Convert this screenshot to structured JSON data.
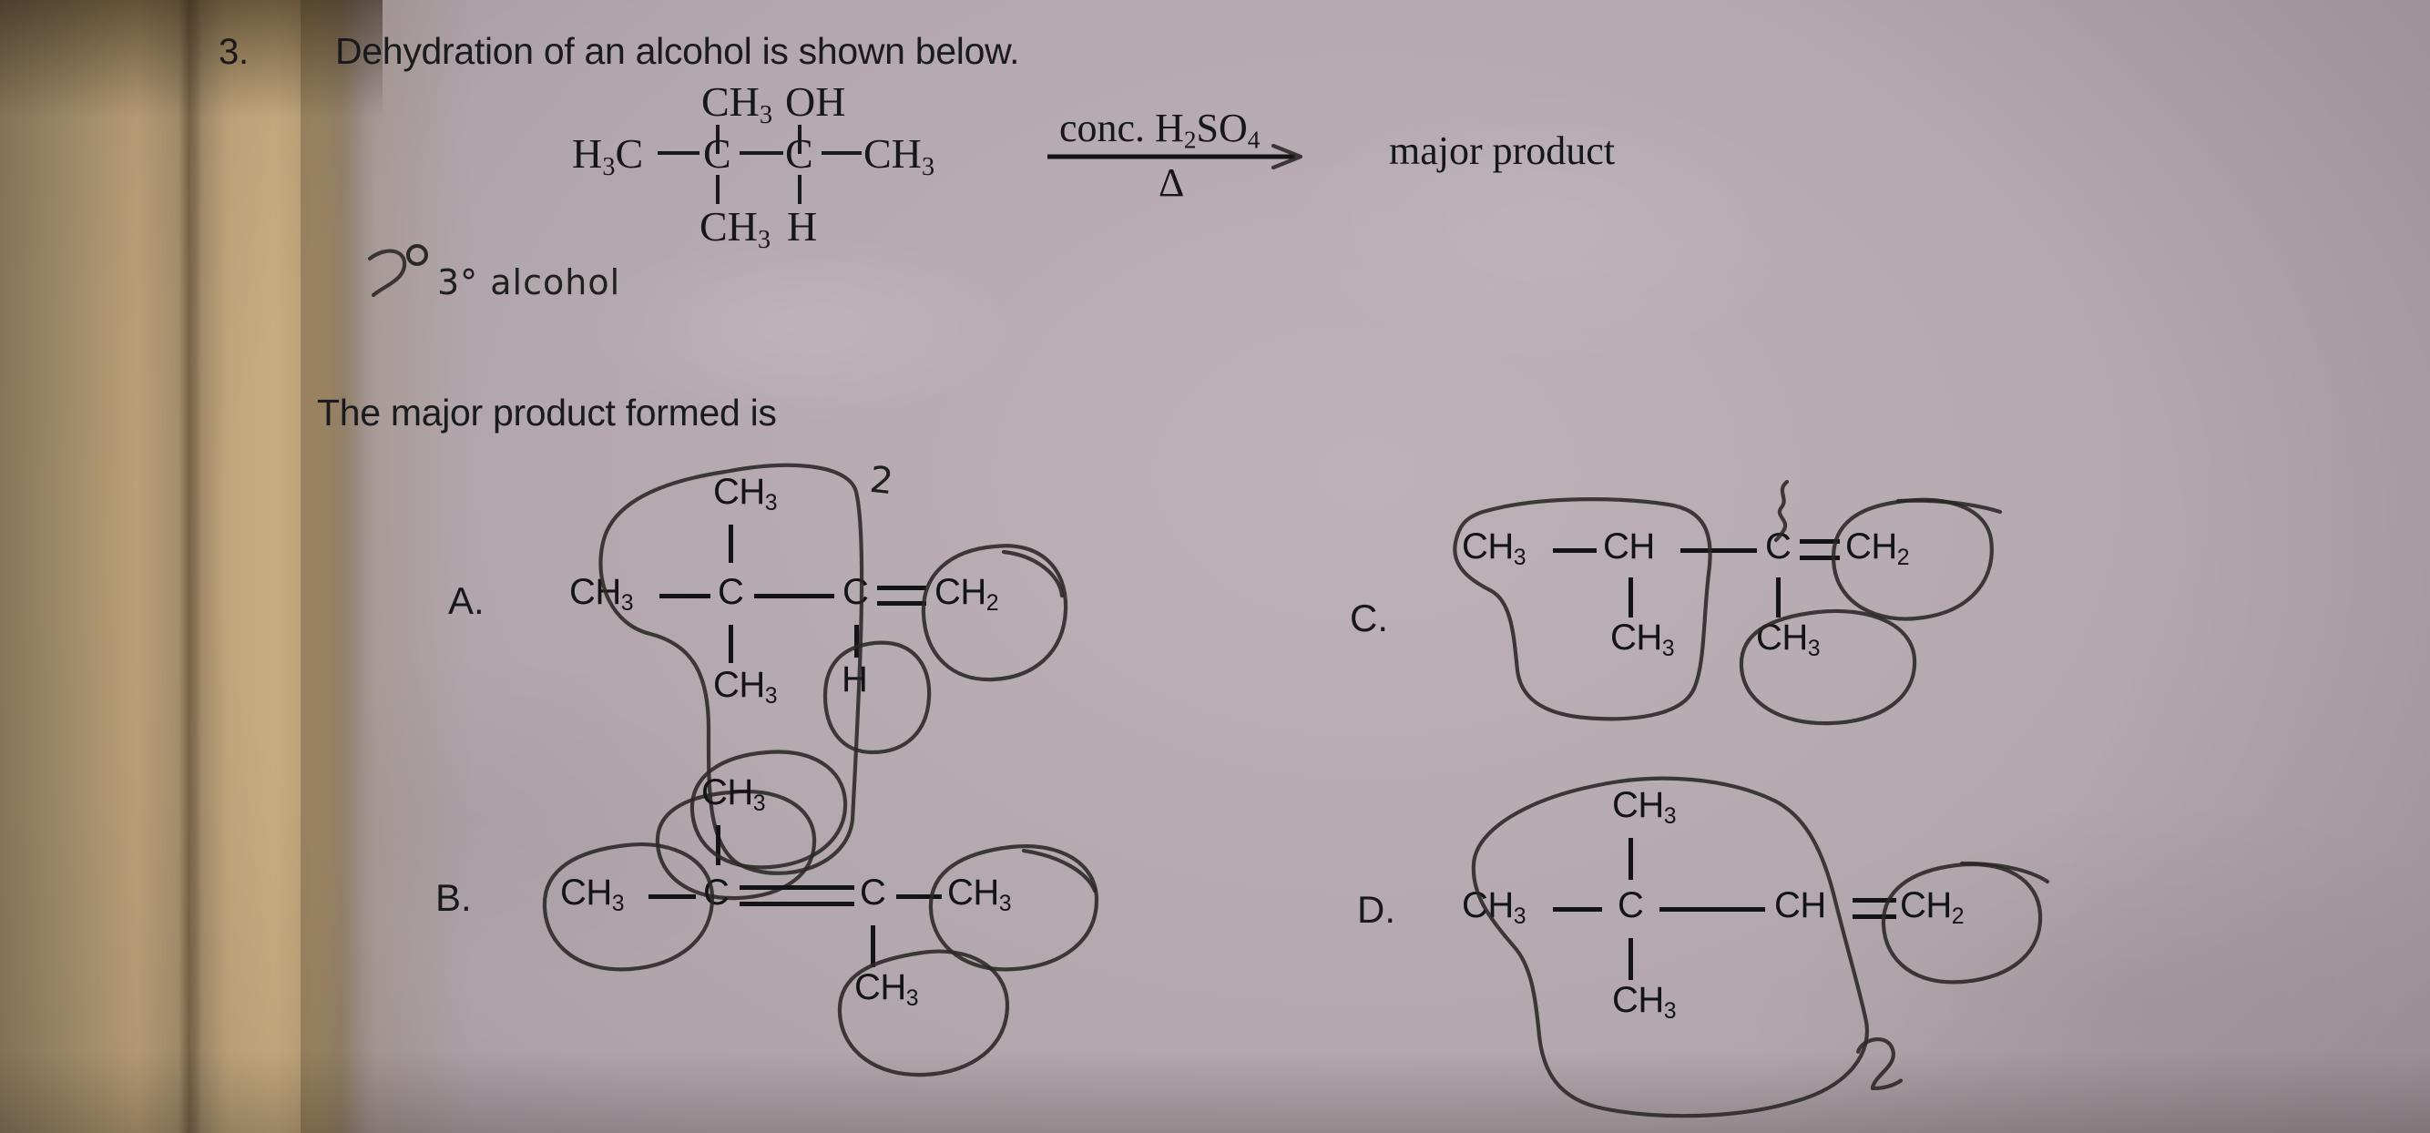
{
  "page": {
    "background_color": "#b3a8ae",
    "binding_color": "#bda27a",
    "ink_color": "#141416",
    "pen_color": "#2a2724"
  },
  "question": {
    "number": "3.",
    "stem": "Dehydration of an alcohol is shown below.",
    "prompt": "The major product formed is"
  },
  "reactant": {
    "top_left": "CH3",
    "top_right": "OH",
    "left_group": "H3C",
    "center_left_atom": "C",
    "center_right_atom": "C",
    "right_group": "CH3",
    "bottom_left": "CH3",
    "bottom_right": "H"
  },
  "reaction": {
    "above_arrow": "conc. H2SO4",
    "below_arrow": "Δ",
    "product_label": "major product"
  },
  "annotations": {
    "alcohol_class": "3° alcohol",
    "degree_mark": "°",
    "degree_digit": "3",
    "mark_near_option_a": "2",
    "mark_bottom_right": "2",
    "squiggle_option_c": "squiggle"
  },
  "options": [
    {
      "letter": "A.",
      "formula_text": "CH3 - C(CH3)(CH3) - C(H) = CH2",
      "tokens": {
        "top": "CH3",
        "left": "CH3",
        "center": "C",
        "bottom": "CH3",
        "vinyl_c": "C",
        "vinyl_h": "H",
        "terminal": "CH2"
      }
    },
    {
      "letter": "B.",
      "formula_text": "CH3 - C(CH3) = C(CH3) - CH3",
      "tokens": {
        "top": "CH3",
        "left": "CH3",
        "c1": "C",
        "c2": "C",
        "right": "CH3",
        "bottom": "CH3"
      }
    },
    {
      "letter": "C.",
      "formula_text": "CH3 - CH(CH3) - C(CH3) = CH2",
      "tokens": {
        "left": "CH3",
        "ch": "CH",
        "ch_branch": "CH3",
        "c": "C",
        "c_branch": "CH3",
        "terminal": "CH2"
      }
    },
    {
      "letter": "D.",
      "formula_text": "CH3 - C(CH3)(CH3) - CH = CH2",
      "tokens": {
        "top": "CH3",
        "left": "CH3",
        "center": "C",
        "bottom": "CH3",
        "ch": "CH",
        "terminal": "CH2"
      }
    }
  ]
}
